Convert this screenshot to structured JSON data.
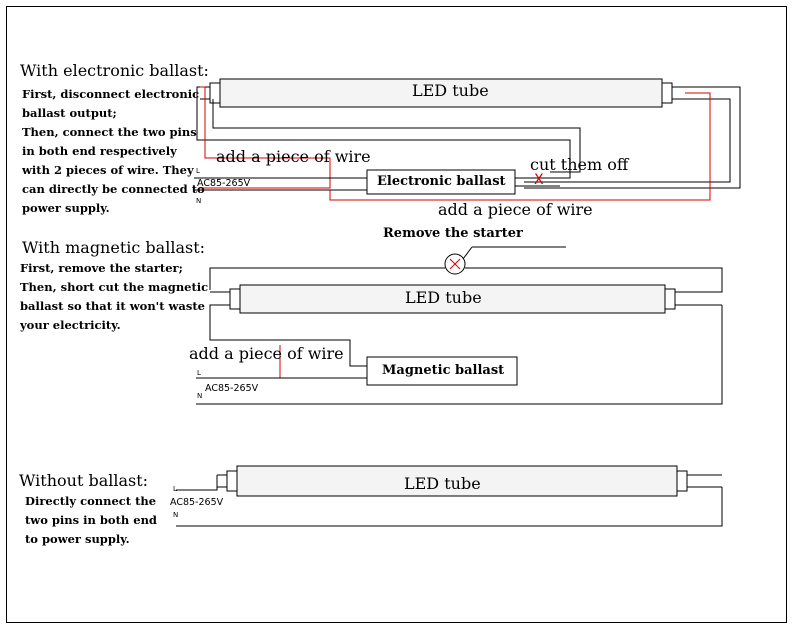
{
  "colors": {
    "wire": "#000000",
    "added_wire": "#d40000",
    "tube_fill": "#f4f4f4"
  },
  "electronic": {
    "heading": "With electronic ballast:",
    "desc_lines": [
      "First, disconnect electronic",
      "ballast output;",
      "Then, connect the two pins",
      "in both end respectively",
      "with 2 pieces of wire. They",
      "can directly be connected to",
      "power supply."
    ],
    "tube_label": "LED tube",
    "ballast_label": "Electronic ballast",
    "add_wire_1": "add a piece of wire",
    "add_wire_2": "add a piece of wire",
    "cut_label": "cut them off",
    "cut_mark": "X",
    "L": "L",
    "N": "N",
    "voltage": "AC85-265V"
  },
  "magnetic": {
    "heading": "With magnetic ballast:",
    "desc_lines": [
      "First, remove the starter;",
      "Then, short cut the magnetic",
      "ballast so that it won't waste",
      "your electricity."
    ],
    "starter_label": "Remove the starter",
    "tube_label": "LED tube",
    "ballast_label": "Magnetic ballast",
    "add_wire": "add a piece of wire",
    "L": "L",
    "N": "N",
    "voltage": "AC85-265V"
  },
  "without": {
    "heading": "Without ballast:",
    "desc_lines": [
      "Directly connect the",
      "two pins in both end",
      "to power supply."
    ],
    "tube_label": "LED tube",
    "L": "L",
    "N": "N",
    "voltage": "AC85-265V"
  }
}
